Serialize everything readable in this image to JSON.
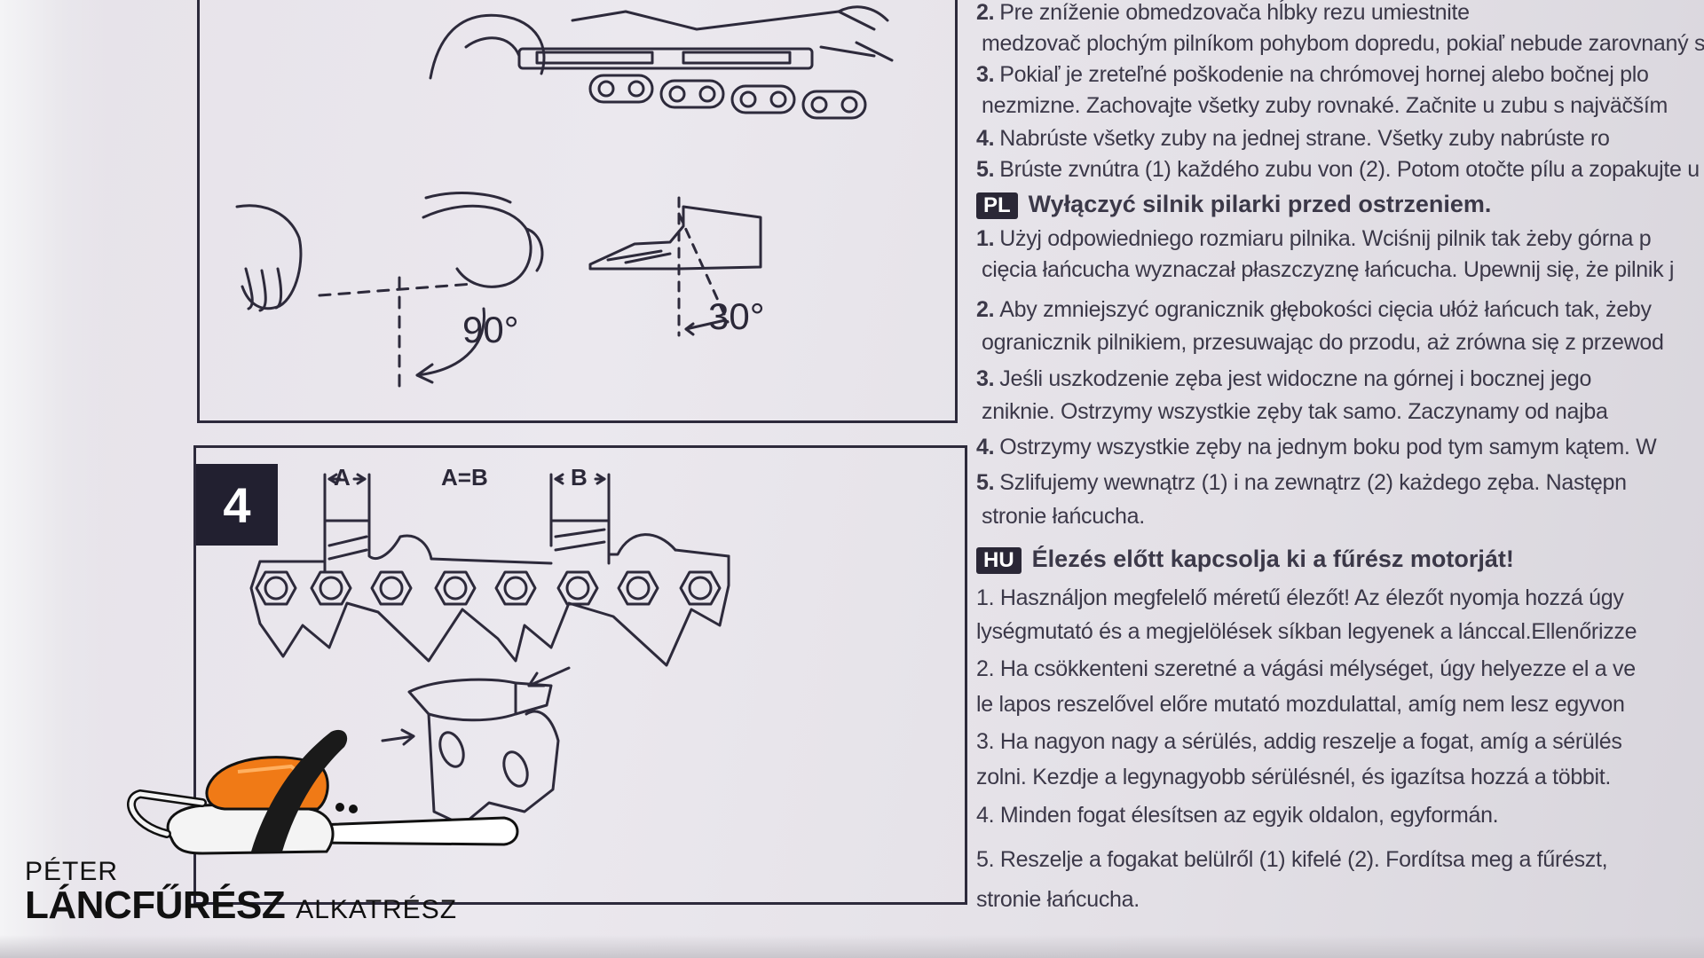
{
  "diagram3": {
    "angle_90": "90°",
    "angle_30": "30°"
  },
  "diagram4": {
    "step_number": "4",
    "label_a": "A",
    "label_ab": "A=B",
    "label_b": "B"
  },
  "text": {
    "sk_lines": [
      {
        "num": "2.",
        "text": "Pre zníženie obmedzovača hĺbky rezu umiestnite"
      },
      {
        "num": "",
        "text": "medzovač plochým pilníkom pohybom dopredu, pokiaľ nebude zarovnaný s"
      },
      {
        "num": "3.",
        "text": "Pokiaľ je zreteľné poškodenie na chrómovej hornej alebo bočnej plo"
      },
      {
        "num": "",
        "text": "nezmizne. Zachovajte všetky zuby rovnaké. Začnite u zubu s najväčším"
      },
      {
        "num": "4.",
        "text": "Nabrúste všetky zuby na jednej strane. Všetky zuby nabrúste ro"
      },
      {
        "num": "5.",
        "text": "Brúste zvnútra (1) každého zubu von (2). Potom otočte pílu a zopakujte u"
      }
    ],
    "pl_badge": "PL",
    "pl_heading": "Wyłączyć silnik pilarki przed ostrzeniem.",
    "pl_lines": [
      {
        "num": "1.",
        "text": "Użyj odpowiedniego rozmiaru pilnika. Wciśnij pilnik tak żeby górna p"
      },
      {
        "num": "",
        "text": "cięcia łańcucha wyznaczał płaszczyznę łańcucha. Upewnij się, że pilnik j"
      },
      {
        "num": "2.",
        "text": "Aby zmniejszyć ogranicznik głębokości cięcia ułóż łańcuch tak, żeby"
      },
      {
        "num": "",
        "text": "ogranicznik pilnikiem, przesuwając do przodu, aż zrówna się z przewod"
      },
      {
        "num": "3.",
        "text": "Jeśli uszkodzenie zęba jest widoczne na górnej i bocznej jego"
      },
      {
        "num": "",
        "text": "zniknie. Ostrzymy wszystkie zęby tak samo. Zaczynamy od najba"
      },
      {
        "num": "4.",
        "text": "Ostrzymy wszystkie zęby na jednym boku pod tym samym kątem. W"
      },
      {
        "num": "5.",
        "text": "Szlifujemy wewnątrz (1) i na zewnątrz (2) każdego zęba. Następn"
      },
      {
        "num": "",
        "text": "stronie łańcucha."
      }
    ],
    "hu_badge": "HU",
    "hu_heading": "Élezés előtt kapcsolja ki a fűrész motorját!",
    "hu_lines": [
      {
        "num": "",
        "text": "1. Használjon megfelelő méretű élezőt!  Az élezőt nyomja hozzá úgy"
      },
      {
        "num": "",
        "text": "lységmutató és a megjelölések síkban legyenek a lánccal.Ellenőrizze"
      },
      {
        "num": "",
        "text": "2. Ha csökkenteni szeretné a vágási mélységet, úgy helyezze el a ve"
      },
      {
        "num": "",
        "text": "le lapos reszelővel előre mutató mozdulattal, amíg nem lesz egyvon"
      },
      {
        "num": "",
        "text": "3. Ha nagyon nagy a sérülés, addig reszelje a fogat, amíg a sérülés"
      },
      {
        "num": "",
        "text": "zolni. Kezdje a legynagyobb sérülésnél, és igazítsa hozzá a többit."
      },
      {
        "num": "",
        "text": "4. Minden fogat élesítsen az egyik oldalon, egyformán."
      },
      {
        "num": "",
        "text": "5. Reszelje a fogakat belülről (1) kifelé (2). Fordítsa meg a fűrészt,"
      },
      {
        "num": "",
        "text": "stronie łańcucha."
      }
    ]
  },
  "logo": {
    "line1": "PÉTER",
    "line2_big": "LÁNCFŰRÉSZ",
    "line2_small": "ALKATRÉSZ"
  }
}
